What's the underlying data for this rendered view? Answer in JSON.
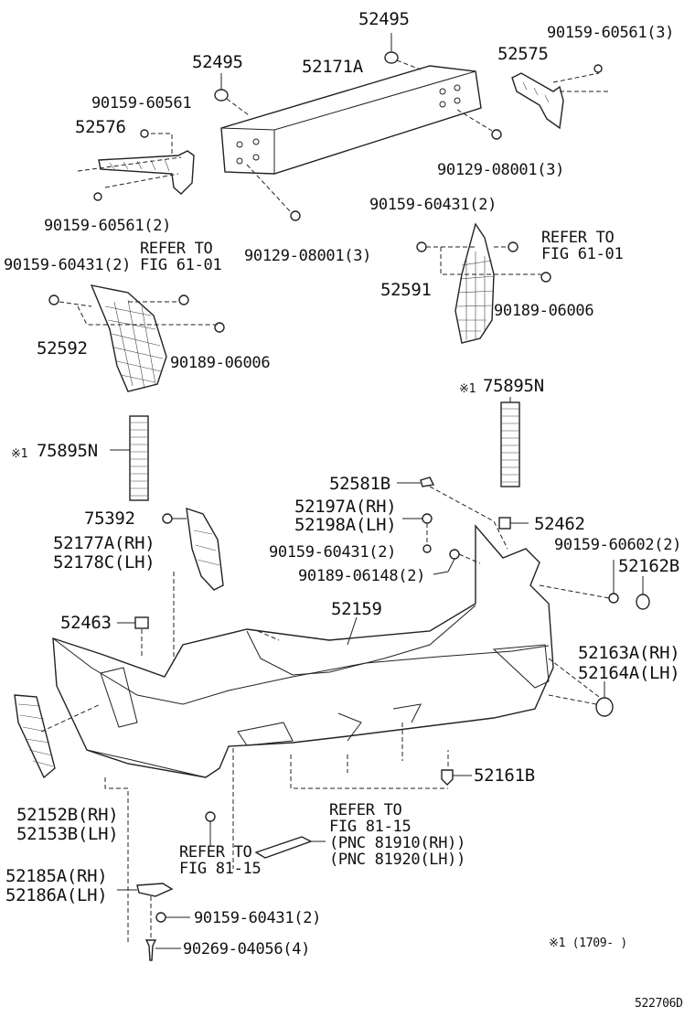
{
  "labels": {
    "p52495_top": "52495",
    "p52495_left": "52495",
    "p52171a": "52171A",
    "p90159_60561_3": "90159-60561(3)",
    "p52575": "52575",
    "p90159_60561": "90159-60561",
    "p52576": "52576",
    "p90129_08001_right": "90129-08001(3)",
    "p90159_60561_2": "90159-60561(2)",
    "p90159_60431_ur": "90159-60431(2)",
    "refer_to": "REFER TO",
    "fig_61_01": "FIG 61-01",
    "p90129_08001_lower": "90129-08001(3)",
    "p90159_60431_left": "90159-60431(2)",
    "p52591": "52591",
    "p90189_06006_right": "90189-06006",
    "p52592": "52592",
    "p90189_06006_left": "90189-06006",
    "note_mark": "※1",
    "p75895n": "75895N",
    "p52581b": "52581B",
    "p52197a": "52197A(RH)",
    "p52198a": "52198A(LH)",
    "p75392": "75392",
    "p52462": "52462",
    "p52177a": "52177A(RH)",
    "p52178c": "52178C(LH)",
    "p90159_60431_mid": "90159-60431(2)",
    "p90159_60602": "90159-60602(2)",
    "p52162b": "52162B",
    "p90189_06148": "90189-06148(2)",
    "p52159": "52159",
    "p52463": "52463",
    "p52163a": "52163A(RH)",
    "p52164a": "52164A(LH)",
    "p52161b": "52161B",
    "p52152b": "52152B(RH)",
    "p52153b": "52153B(LH)",
    "fig_81_15": "FIG 81-15",
    "pnc_81910": "(PNC 81910(RH))",
    "pnc_81920": "(PNC 81920(LH))",
    "p52185a": "52185A(RH)",
    "p52186a": "52186A(LH)",
    "p90159_60431_lower": "90159-60431(2)",
    "p90269_04056": "90269-04056(4)",
    "footnote": "※1 (1709-    )",
    "diagram_id": "522706D"
  }
}
